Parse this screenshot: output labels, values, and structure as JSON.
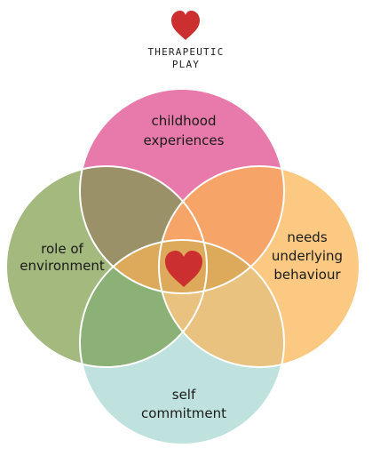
{
  "header": {
    "icon": "heart-icon",
    "title_line1": "THERAPEUTIC",
    "title_line2": "PLAY"
  },
  "circles": {
    "top": {
      "label_lines": [
        "childhood",
        "experiences"
      ],
      "color": "#E77AAA"
    },
    "left": {
      "label_lines": [
        "role of",
        "environment"
      ],
      "color": "#A3B97E"
    },
    "right": {
      "label_lines": [
        "needs",
        "underlying",
        "behaviour"
      ],
      "color": "#FCC982"
    },
    "bottom": {
      "label_lines": [
        "self",
        "commitment"
      ],
      "color": "#BFE2DE"
    }
  },
  "overlaps": {
    "top_left": "#9A9168",
    "top_right": "#F6A468",
    "bottom_left": "#8CB176",
    "bottom_right": "#E8C27E",
    "center": "#DDAA5C"
  },
  "center_icon": "heart-icon",
  "accent": "#CC2F2F"
}
